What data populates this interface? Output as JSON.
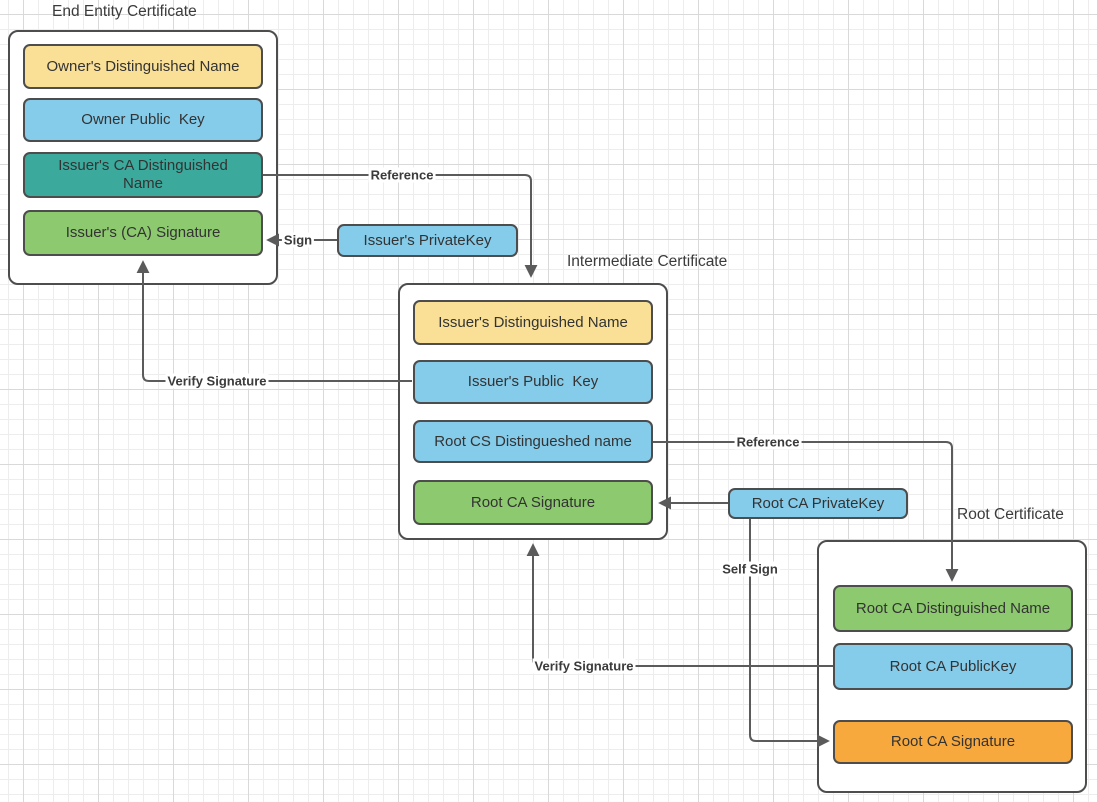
{
  "palette": {
    "yellow": "#FAE096",
    "blue": "#85CBEA",
    "teal": "#3BA99C",
    "green": "#8DC96F",
    "orange": "#F8A93E",
    "box_border": "#4D4D4D",
    "connector": "#5B5B5B",
    "text": "#3B3B3B"
  },
  "certificates": {
    "end_entity": {
      "title": "End Entity Certificate",
      "fields": [
        {
          "label": "Owner's Distinguished Name",
          "fill": "#FAE096"
        },
        {
          "label": "Owner Public  Key",
          "fill": "#85CBEA"
        },
        {
          "label": "Issuer's CA Distinguished\nName",
          "fill": "#3BA99C"
        },
        {
          "label": "Issuer's (CA) Signature",
          "fill": "#8DC96F"
        }
      ]
    },
    "intermediate": {
      "title": "Intermediate Certificate",
      "fields": [
        {
          "label": "Issuer's Distinguished Name",
          "fill": "#FAE096"
        },
        {
          "label": "Issuer's Public  Key",
          "fill": "#85CBEA"
        },
        {
          "label": "Root CS Distingueshed name",
          "fill": "#85CBEA"
        },
        {
          "label": "Root CA Signature",
          "fill": "#8DC96F"
        }
      ]
    },
    "root": {
      "title": "Root Certificate",
      "fields": [
        {
          "label": "Root CA Distinguished Name",
          "fill": "#8DC96F"
        },
        {
          "label": "Root CA PublicKey",
          "fill": "#85CBEA"
        },
        {
          "label": "Root CA Signature",
          "fill": "#F8A93E"
        }
      ]
    }
  },
  "keys": {
    "issuers_private_key": {
      "label": "Issuer's PrivateKey",
      "fill": "#85CBEA"
    },
    "root_ca_private_key": {
      "label": "Root CA PrivateKey",
      "fill": "#85CBEA"
    }
  },
  "connector_labels": {
    "reference_end_to_intermediate": "Reference",
    "sign": "Sign",
    "verify_signature_end": "Verify Signature",
    "reference_intermediate_to_root": "Reference",
    "self_sign": "Self Sign",
    "verify_signature_root": "Verify Signature"
  }
}
